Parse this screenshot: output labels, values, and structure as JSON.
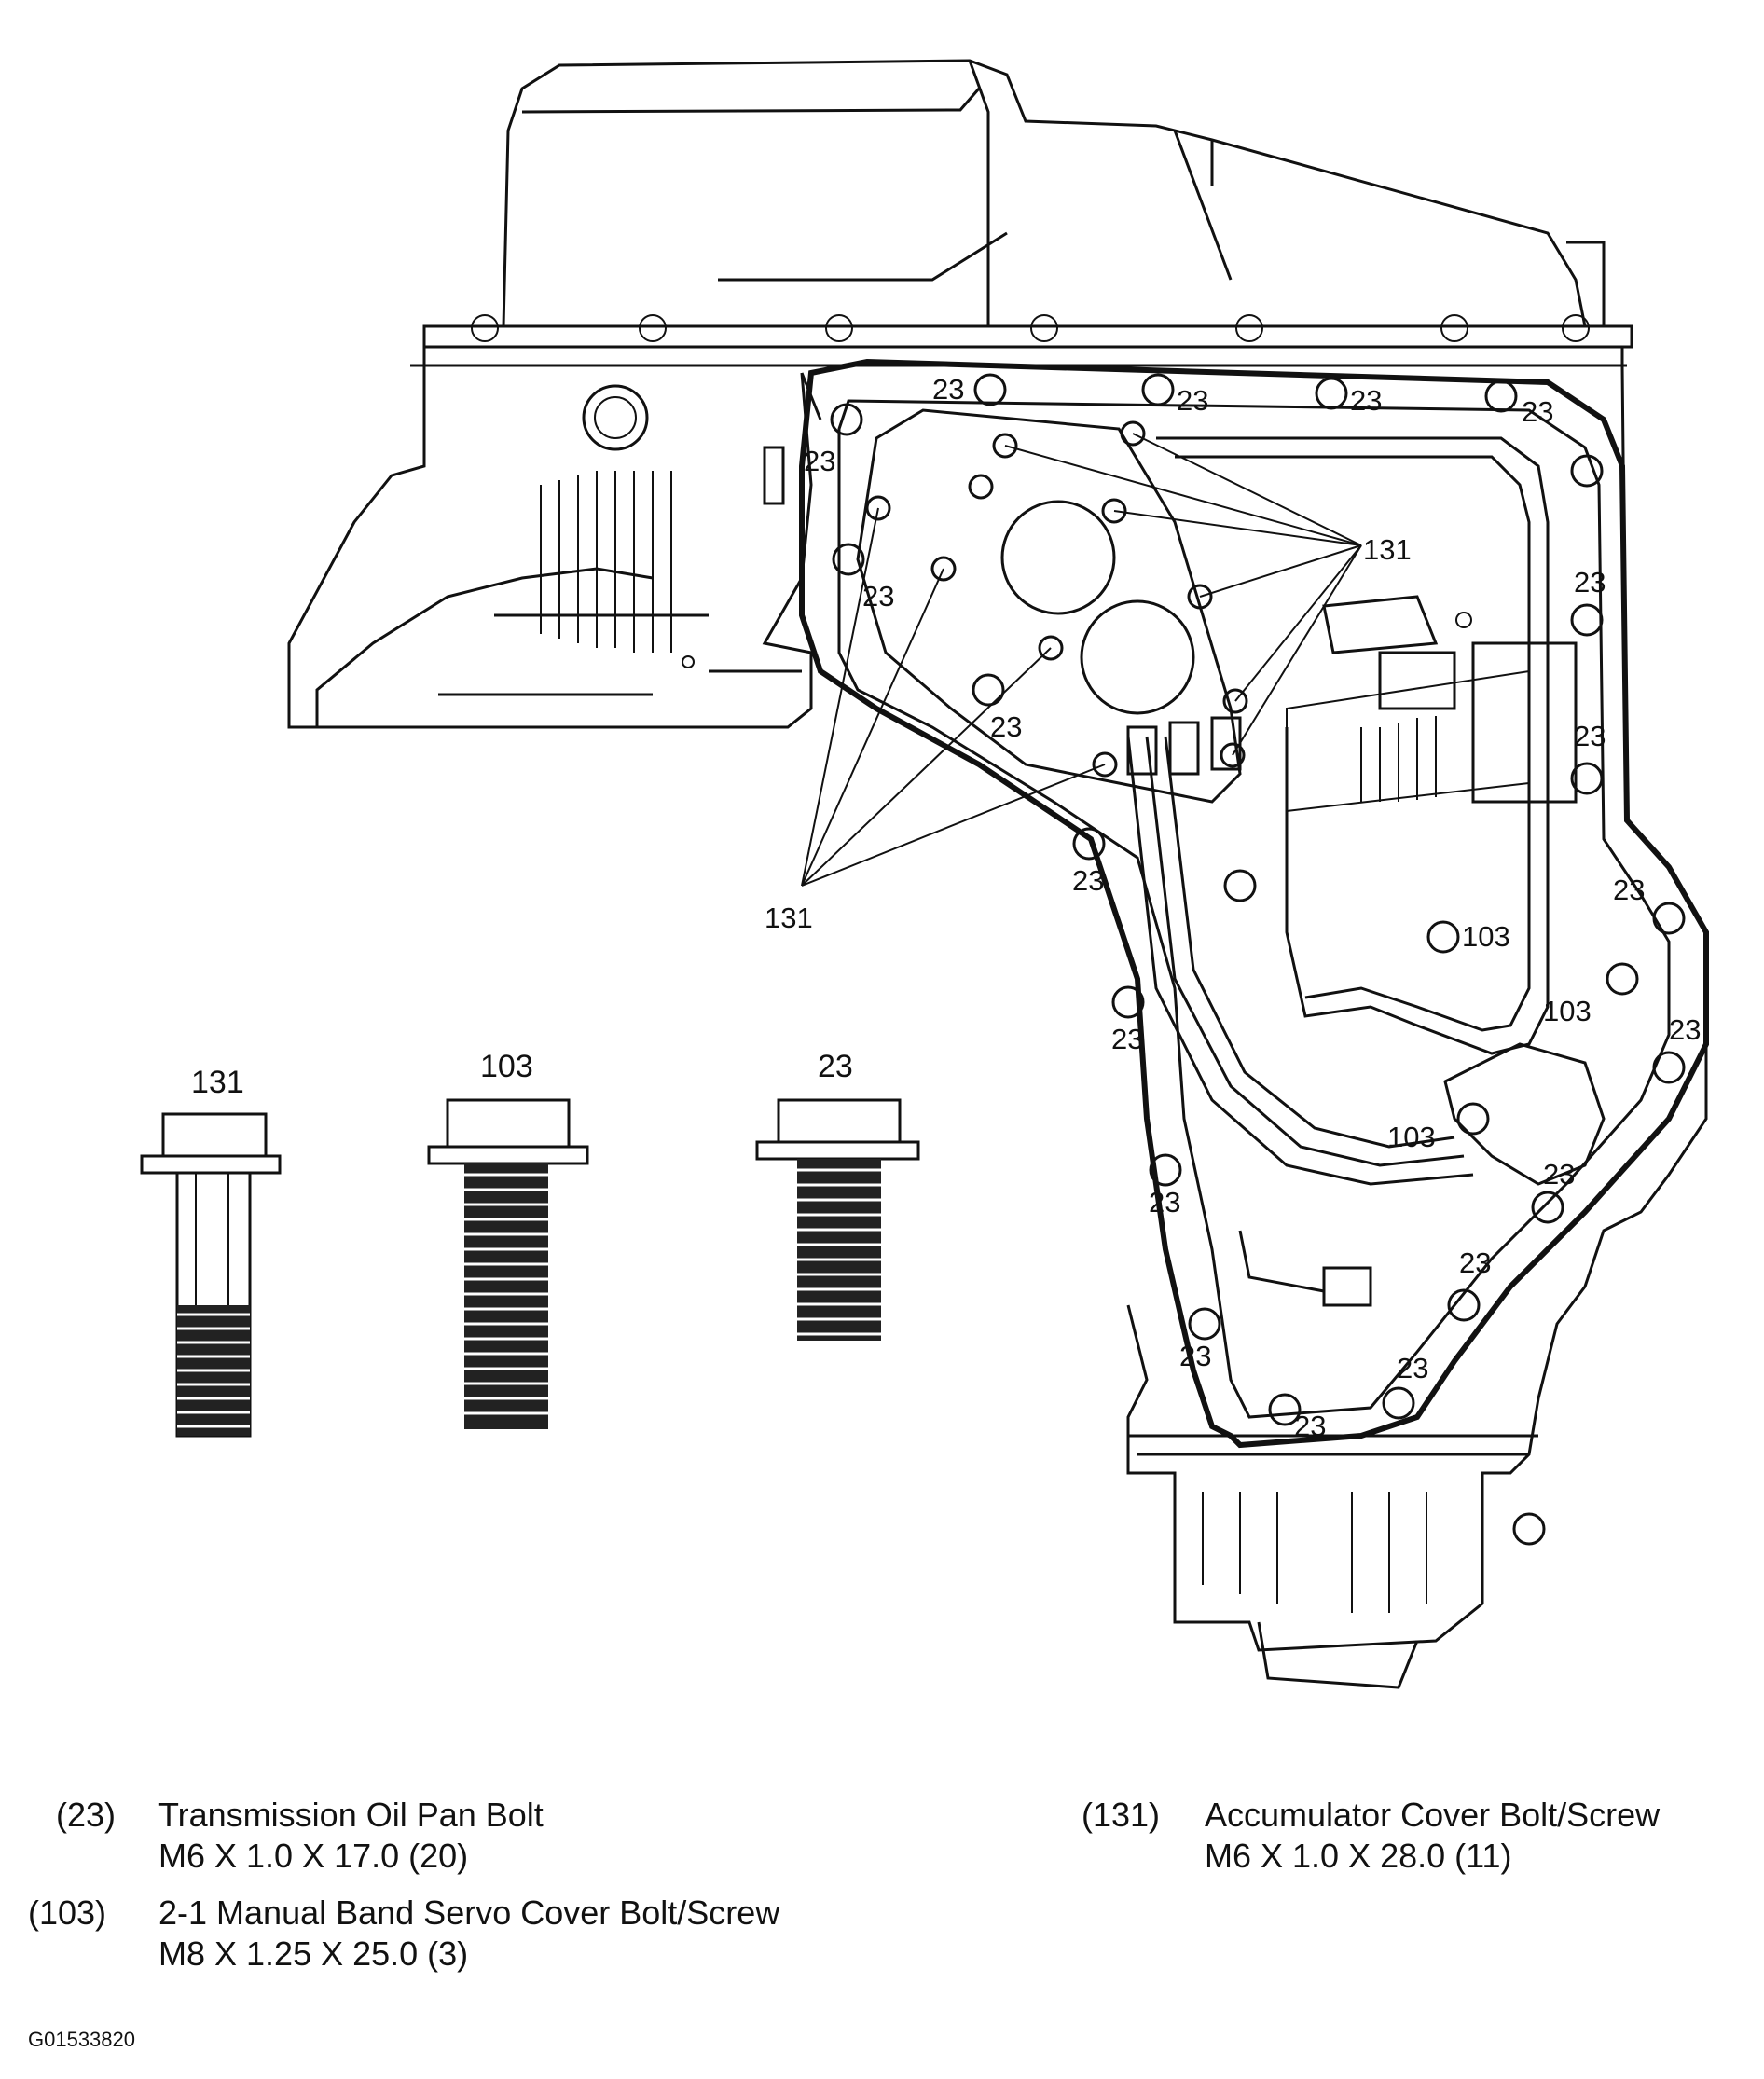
{
  "callouts": {
    "pan_bolt": "23",
    "accumulator_bolt": "131",
    "servo_bolt": "103"
  },
  "bolts": [
    {
      "label": "131"
    },
    {
      "label": "103"
    },
    {
      "label": "23"
    }
  ],
  "legend": [
    {
      "number": "(23)",
      "line1": "Transmission Oil Pan Bolt",
      "line2": "M6 X 1.0 X 17.0 (20)"
    },
    {
      "number": "(103)",
      "line1": "2-1 Manual Band Servo Cover Bolt/Screw",
      "line2": "M8 X 1.25 X 25.0 (3)"
    },
    {
      "number": "(131)",
      "line1": "Accumulator Cover Bolt/Screw",
      "line2": "M6 X 1.0 X 28.0 (11)"
    }
  ],
  "figure_id": "G01533820"
}
